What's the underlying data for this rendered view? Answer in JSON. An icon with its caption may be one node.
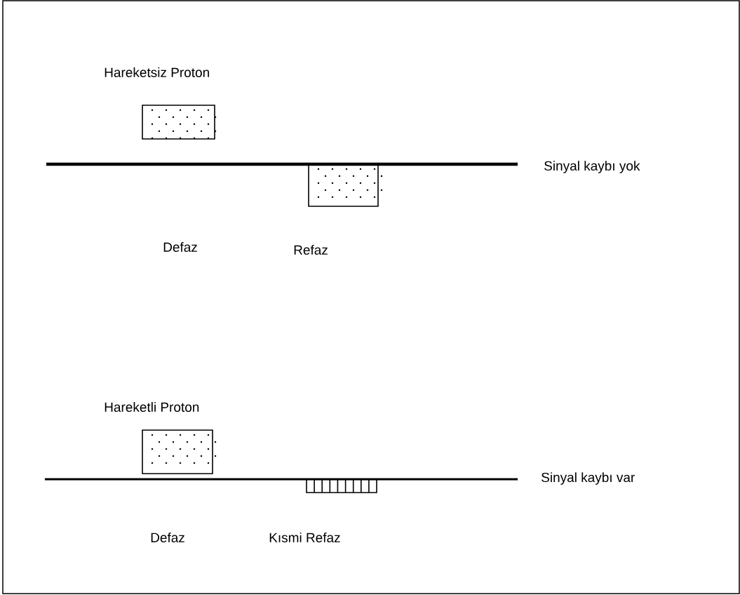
{
  "diagram": {
    "labels": [
      "Hareketsiz Proton",
      "Sinyal kaybı yok",
      "Defaz",
      "Refaz",
      "Hareketli Proton",
      "Sinyal kaybı var",
      "Defaz",
      "Kısmi Refaz"
    ]
  }
}
